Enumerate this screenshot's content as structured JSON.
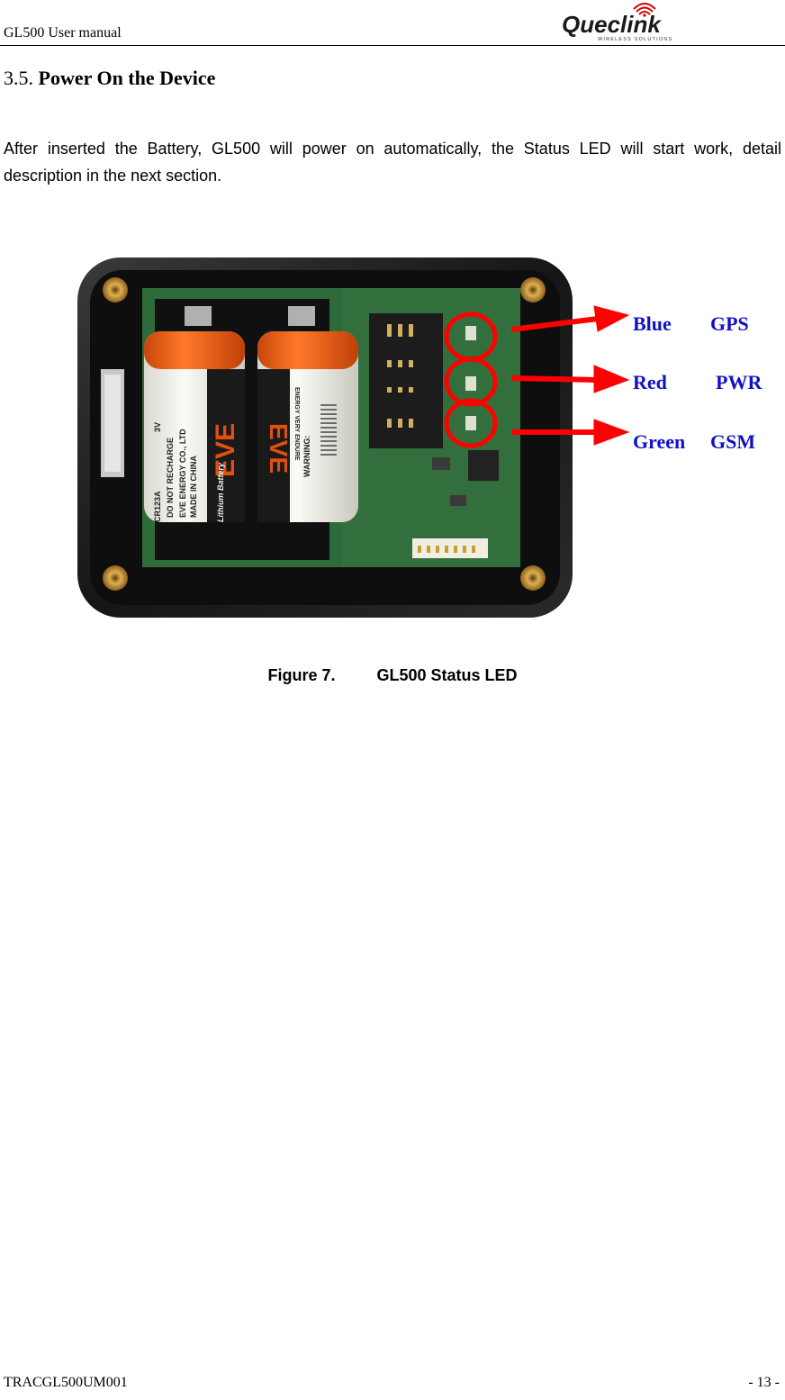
{
  "header": {
    "doc_title": "GL500 User manual",
    "logo_text": "Queclink",
    "logo_subtext": "WIRELESS SOLUTIONS"
  },
  "section": {
    "number": "3.5.",
    "title": "Power On the Device"
  },
  "paragraph": "After inserted the Battery, GL500 will power on automatically, the Status LED will start work, detail description in the next section.",
  "figure": {
    "leds": [
      {
        "color_name": "Blue",
        "function": "GPS"
      },
      {
        "color_name": "Red",
        "function": "PWR"
      },
      {
        "color_name": "Green",
        "function": "GSM"
      }
    ],
    "battery_left": {
      "lines": [
        "CR123A",
        "3V",
        "DO NOT RECHARGE",
        "EVE ENERGY CO., LTD",
        "MADE IN CHINA",
        "Lithium Battery"
      ],
      "brand": "EVE"
    },
    "battery_right": {
      "brand": "EVE",
      "tagline": "ENERGY VERY ENDURE",
      "warning": "WARNING:"
    }
  },
  "caption": {
    "label": "Figure 7.",
    "text": "GL500 Status LED"
  },
  "footer": {
    "doc_code": "TRACGL500UM001",
    "page": "- 13 -"
  },
  "colors": {
    "label_blue": "#1010c8",
    "annotation_red": "#ff0000"
  }
}
